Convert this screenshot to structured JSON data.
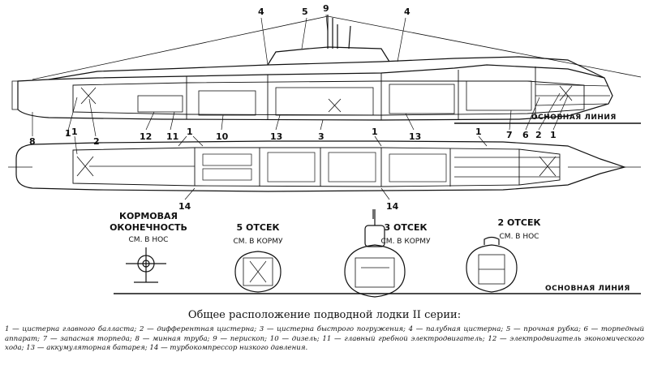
{
  "caption": "Общее расположение подводной лодки II серии:",
  "legend": "1 — цистерна главного балласта; 2 — дифферентная цистерна; 3 — цистерна быстрого погружения; 4 — палубная цистерна; 5 — прочная рубка; 6 — торпедный аппарат; 7 — запасная торпеда; 8 — минная труба; 9 — перископ; 10 — дизель; 11 — главный гребной электродвигатель; 12 — электродвигатель экономического хода; 13 — аккумуляторная батарея; 14 — турбокомпрессор низкого давления.",
  "labels": {
    "side": [
      "4",
      "5",
      "9",
      "4",
      "8",
      "1",
      "2",
      "12",
      "11",
      "10",
      "13",
      "3",
      "13",
      "7",
      "6",
      "2",
      "1"
    ],
    "plan": [
      "1",
      "1",
      "1",
      "1",
      "14",
      "14"
    ]
  },
  "waterline_top": "ОСНОВНАЯ  ЛИНИЯ",
  "waterline_bottom": "ОСНОВНАЯ  ЛИНИЯ",
  "sections": [
    {
      "title1": "КОРМОВАЯ",
      "title2": "ОКОНЕЧНОСТЬ",
      "sub": "СМ. В НОС"
    },
    {
      "title1": "5  ОТСЕК",
      "sub": "СМ. В КОРМУ"
    },
    {
      "title1": "3  ОТСЕК",
      "sub": "СМ. В КОРМУ"
    },
    {
      "title1": "2  ОТСЕК",
      "sub": "СМ. В НОС"
    }
  ]
}
